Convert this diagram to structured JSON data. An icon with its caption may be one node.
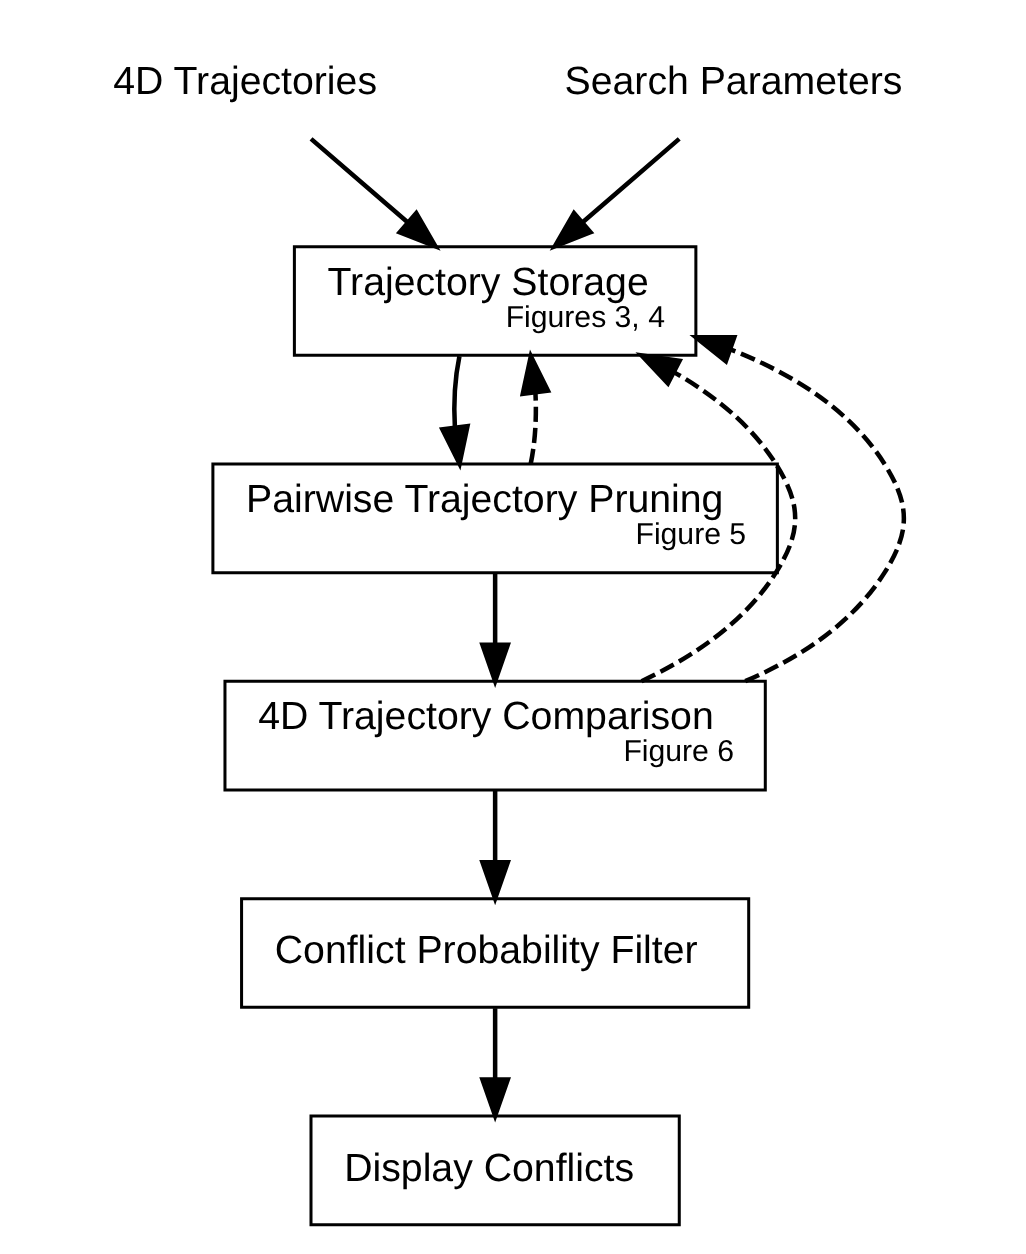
{
  "diagram": {
    "nodes": [
      {
        "text": [
          "4D Trajectories"
        ]
      },
      {
        "text": [
          "Search Parameters"
        ]
      },
      {
        "text": [
          "Trajectory Storage",
          "Figures 3, 4"
        ]
      },
      {
        "text": [
          "Pairwise Trajectory Pruning",
          "Figure 5"
        ]
      },
      {
        "text": [
          "4D Trajectory Comparison",
          "Figure 6"
        ]
      },
      {
        "text": [
          "Conflict Probability Filter"
        ]
      },
      {
        "text": [
          "Display Conflicts"
        ]
      }
    ],
    "edges": [
      {
        "from": 0,
        "to": 2,
        "arrow": "to"
      },
      {
        "from": 1,
        "to": 2,
        "arrow": "to"
      },
      {
        "from": 2,
        "to": 3,
        "arrow": "to"
      },
      {
        "from": 3,
        "to": 4,
        "arrow": "to"
      },
      {
        "from": 4,
        "to": 5,
        "arrow": "to"
      },
      {
        "from": 5,
        "to": 6,
        "arrow": "to"
      },
      {
        "from": 3,
        "to": 2,
        "arrow": "to",
        "style": "dashed"
      },
      {
        "from": 4,
        "to": 2,
        "arrow": "to",
        "style": "dashed"
      },
      {
        "from": 4,
        "to": 2,
        "arrow": "to",
        "style": "dashed"
      }
    ]
  }
}
